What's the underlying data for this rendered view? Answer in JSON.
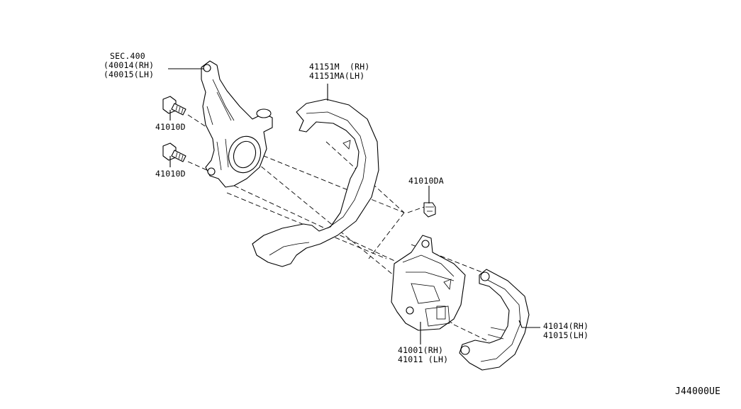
{
  "diagram_code": "J44000UE",
  "labels": {
    "knuckle": {
      "sec": "SEC.400",
      "rh": "(40014(RH)",
      "lh": "(40015(LH)"
    },
    "bolt_upper": "41010D",
    "bolt_lower": "41010D",
    "shield": {
      "rh": "41151M  (RH)",
      "lh": "41151MA(LH)"
    },
    "screw": "41010DA",
    "caliper": {
      "rh": "41001(RH)",
      "lh": "41011 (LH)"
    },
    "bracket": {
      "rh": "41014(RH)",
      "lh": "41015(LH)"
    }
  }
}
